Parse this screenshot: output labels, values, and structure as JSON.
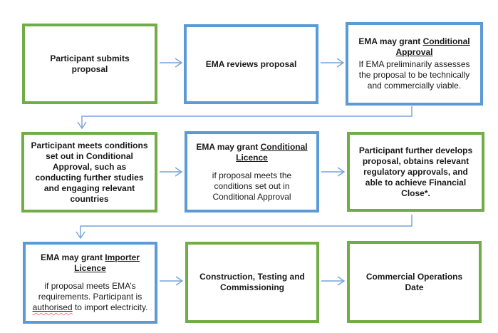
{
  "palette": {
    "green": "#70AD47",
    "blue": "#5B9BD5",
    "arrow": "#76A3DC",
    "text": "#1A1A1A",
    "spellcheck_squiggle": "#FF7C80"
  },
  "flowchart": {
    "boxes": [
      {
        "id": "participant-submits",
        "border": "green",
        "text": "Participant submits proposal"
      },
      {
        "id": "ema-reviews",
        "border": "blue",
        "text": "EMA reviews proposal"
      },
      {
        "id": "conditional-approval",
        "border": "blue",
        "title_prefix": "EMA may grant ",
        "title_underline": "Conditional Approval",
        "body": "If EMA preliminarily assesses the proposal to be technically and commercially viable."
      },
      {
        "id": "participant-meets-conditions",
        "border": "green",
        "text": "Participant meets conditions set out in Conditional Approval, such as conducting further studies and engaging relevant countries"
      },
      {
        "id": "conditional-licence",
        "border": "blue",
        "title_prefix": "EMA may grant ",
        "title_underline": "Conditional Licence",
        "body": "if proposal meets the conditions set out in Conditional Approval"
      },
      {
        "id": "participant-develops",
        "border": "green",
        "text": "Participant further develops proposal, obtains relevant regulatory approvals, and able to achieve Financial Close*."
      },
      {
        "id": "importer-licence",
        "border": "blue",
        "title_prefix": "EMA may grant ",
        "title_underline": "Importer Licence",
        "body_prefix": "if proposal meets EMA’s requirements. Participant is ",
        "body_underline": "authorised",
        "body_suffix": " to import electricity."
      },
      {
        "id": "construction",
        "border": "green",
        "text": "Construction, Testing and Commissioning"
      },
      {
        "id": "commercial-operations",
        "border": "green",
        "text": "Commercial Operations Date"
      }
    ]
  }
}
